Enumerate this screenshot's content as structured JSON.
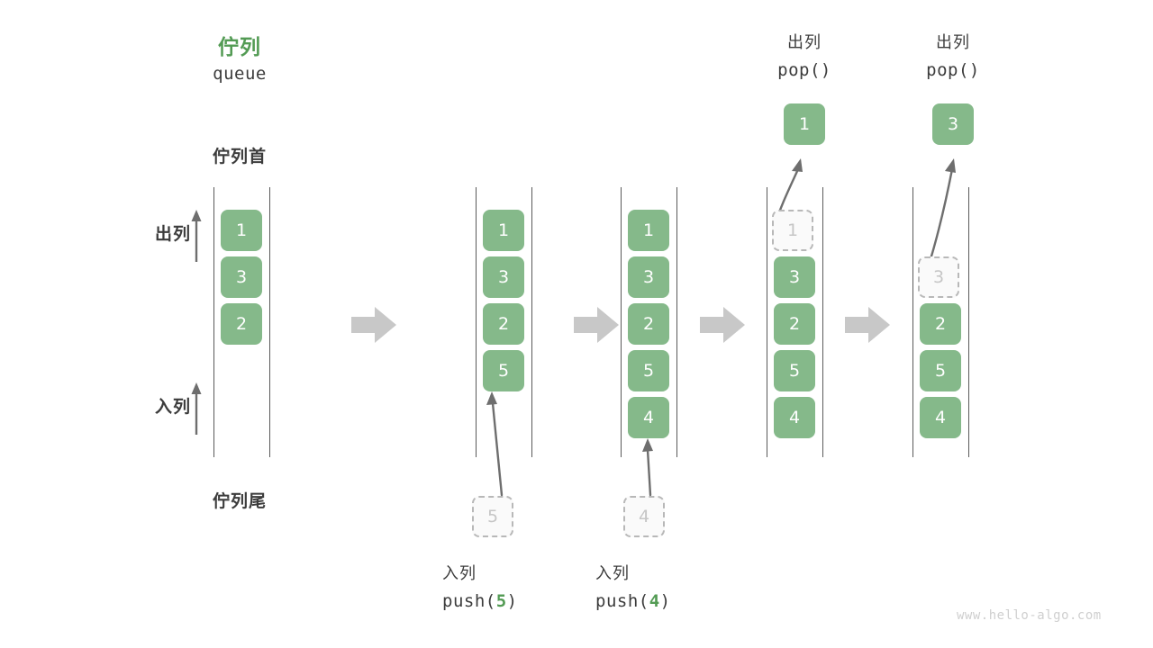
{
  "meta": {
    "watermark": "www.hello-algo.com",
    "colors": {
      "accent_green": "#85b98a",
      "title_green": "#539b54",
      "text_dark": "#3c3c3c",
      "rail_gray": "#5a5a5a",
      "ghost_border": "#b8b8b8",
      "ghost_text": "#c6c6c6",
      "fat_arrow_gray": "#c8c8c8",
      "thin_arrow_gray": "#6e6e6e",
      "watermark_gray": "#cfcfcf"
    }
  },
  "header": {
    "title_cn": "佇列",
    "title_en": "queue"
  },
  "side_labels": {
    "head": "佇列首",
    "tail": "佇列尾",
    "dequeue": "出列",
    "enqueue": "入列"
  },
  "stages": [
    {
      "id": "initial",
      "items": [
        "1",
        "3",
        "2"
      ],
      "ghost_index": -1
    },
    {
      "id": "push-5",
      "items": [
        "1",
        "3",
        "2",
        "5"
      ],
      "ghost_index": -1,
      "caption_cn": "入列",
      "caption_code_prefix": "push(",
      "caption_code_arg": "5",
      "caption_code_suffix": ")",
      "incoming_value": "5"
    },
    {
      "id": "push-4",
      "items": [
        "1",
        "3",
        "2",
        "5",
        "4"
      ],
      "ghost_index": -1,
      "caption_cn": "入列",
      "caption_code_prefix": "push(",
      "caption_code_arg": "4",
      "caption_code_suffix": ")",
      "incoming_value": "4"
    },
    {
      "id": "pop-1",
      "items": [
        "1",
        "3",
        "2",
        "5",
        "4"
      ],
      "ghost_index": 0,
      "caption_cn": "出列",
      "caption_code_prefix": "pop(",
      "caption_code_arg": "",
      "caption_code_suffix": ")",
      "outgoing_value": "1"
    },
    {
      "id": "pop-3",
      "items": [
        "",
        "3",
        "2",
        "5",
        "4"
      ],
      "ghost_index": 1,
      "caption_cn": "出列",
      "caption_code_prefix": "pop(",
      "caption_code_arg": "",
      "caption_code_suffix": ")",
      "outgoing_value": "3"
    }
  ]
}
